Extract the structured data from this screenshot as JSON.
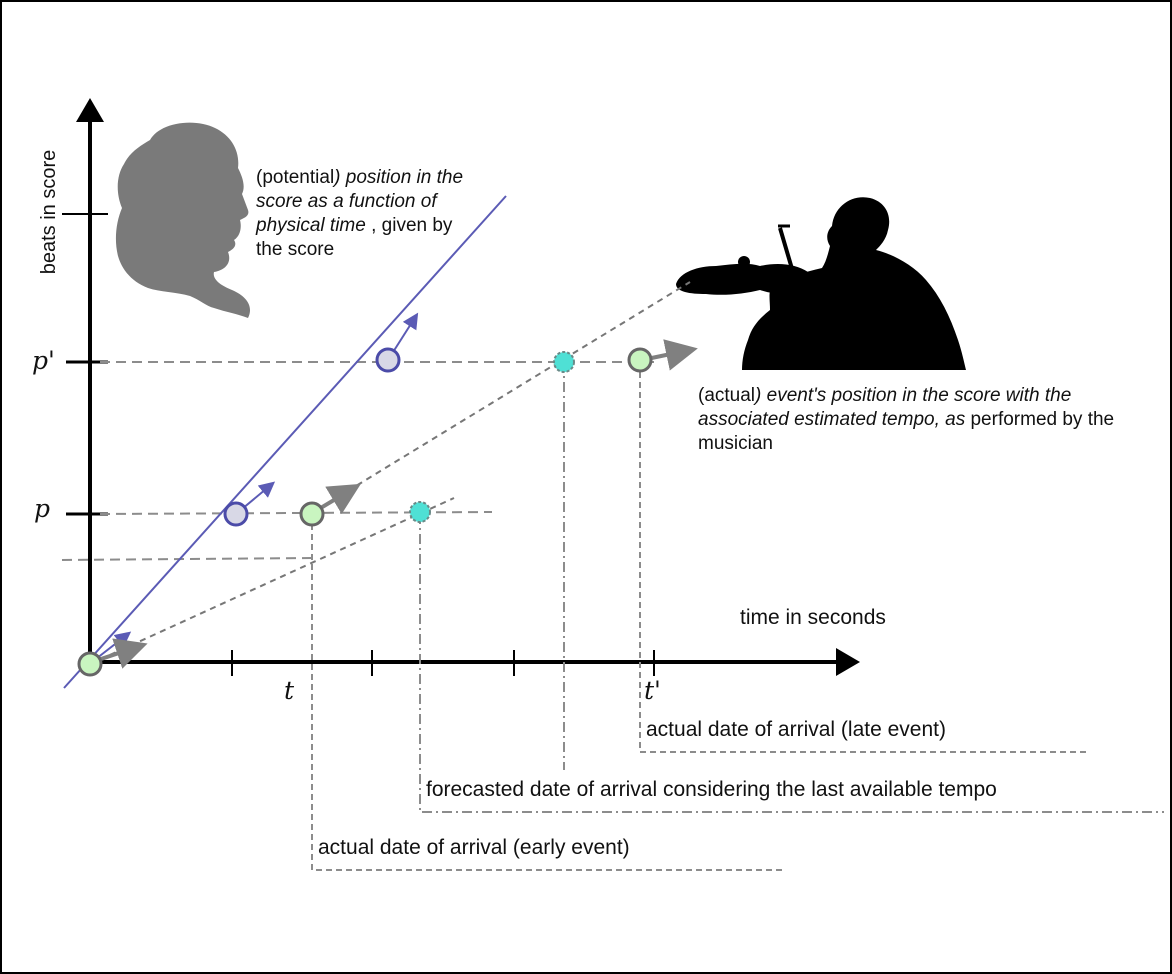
{
  "axes": {
    "y_label": "beats in score",
    "x_label": "time in seconds",
    "y_ticks": [
      {
        "label": "p'"
      },
      {
        "label": "p"
      }
    ],
    "x_ticks": [
      {
        "label": "t"
      },
      {
        "label": "t'"
      }
    ]
  },
  "annotations": {
    "score_note": {
      "prefix": "(potential",
      "close": ")",
      "italic": "position in the score as a function of physical time",
      "plain": ", given by the score"
    },
    "musician_note": {
      "prefix": "(actual",
      "close": ")",
      "italic": "event's position in the score with the associated estimated tempo, as",
      "plain": "performed by the musician"
    },
    "late_arrival": "actual date of arrival (late event)",
    "forecast": "forecasted date of arrival considering the last available tempo",
    "early_arrival": "actual date of arrival (early event)"
  },
  "colors": {
    "axis": "#000000",
    "score_line": "#5b5bb5",
    "dashed": "#808080",
    "event_fill": "#c9f5c0",
    "score_point_fill": "#d8d8e6",
    "forecast_fill": "#4fe0d5",
    "silhouette": "#7a7a7a",
    "violinist": "#000000"
  },
  "icons": {
    "composer": "composer-silhouette-icon",
    "violinist": "violinist-silhouette-icon"
  }
}
